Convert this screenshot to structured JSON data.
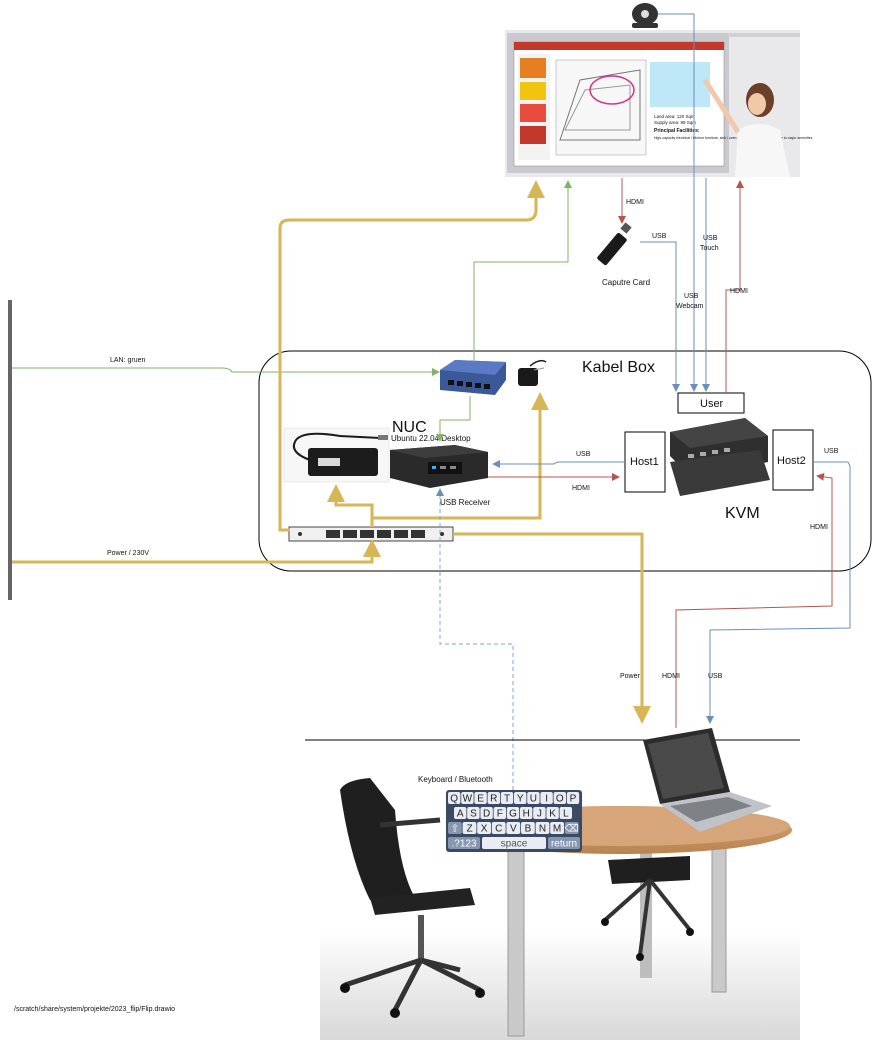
{
  "labels": {
    "kabel_box": "Kabel Box",
    "nuc": "NUC",
    "nuc_os": "Ubuntu 22.04 Desktop",
    "usb_receiver": "USB Receiver",
    "kvm": "KVM",
    "host1": "Host1",
    "host2": "Host2",
    "user": "User",
    "capture_card": "Caputre Card",
    "lan": "LAN: gruen",
    "power_230": "Power / 230V",
    "power": "Power",
    "keyboard": "Keyboard / Bluetooth",
    "path": "/scratch/share/system/projekte/2023_flip/Flip.drawio"
  },
  "edge_labels": {
    "hdmi_display_capture": "HDMI",
    "usb_capture": "USB",
    "usb_touch": "USB\nTouch",
    "usb_webcam": "USB\nWebcam",
    "hdmi_user_display": "HDMI",
    "usb_host1_nuc": "USB",
    "hdmi_nuc_host1": "HDMI",
    "usb_host2": "USB",
    "hdmi_host2": "HDMI",
    "hdmi_laptop": "HDMI",
    "usb_laptop": "USB"
  },
  "screen_text": {
    "line1": "Land area: 120 Sqm",
    "line2": "Supply area: 89 Sqm",
    "heading": "Principal Facilities:",
    "body": "High-capacity electrical / kitchen furniture, sink / oven / Sustainable materials Close to major amenities"
  },
  "keyboard": {
    "row1": [
      "Q",
      "W",
      "E",
      "R",
      "T",
      "Y",
      "U",
      "I",
      "O",
      "P"
    ],
    "row2": [
      "A",
      "S",
      "D",
      "F",
      "G",
      "H",
      "J",
      "K",
      "L"
    ],
    "row3": [
      "⇧",
      "Z",
      "X",
      "C",
      "V",
      "B",
      "N",
      "M",
      "⌫"
    ],
    "row4": [
      ".?123",
      "space",
      "return"
    ]
  },
  "colors": {
    "lan_green": "#82b366",
    "power_yellow": "#d6b656",
    "hdmi_red": "#b85450",
    "usb_blue": "#6c8ebf",
    "bluetooth_dashed": "#7ea6e0"
  }
}
